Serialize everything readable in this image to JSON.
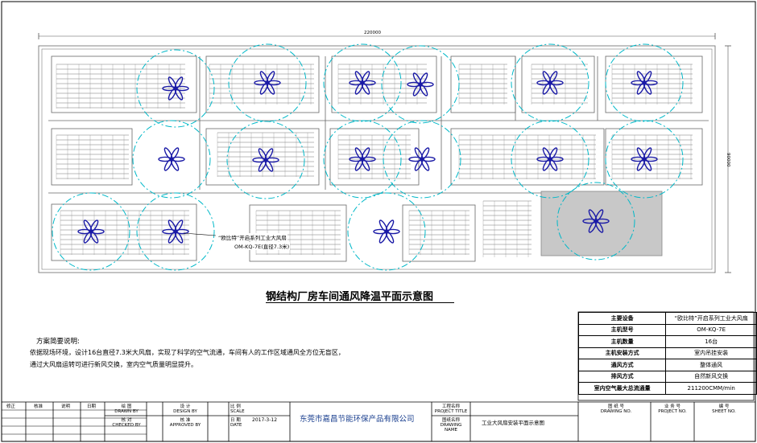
{
  "plan": {
    "title": "钢结构厂房车间通风降温平面示意图",
    "dim_width": "220000",
    "dim_height": "90000",
    "fan_label_line1": "“欧比特”开启系列工业大风扇",
    "fan_label_line2": "OM-KQ-7E(直径7.3米)"
  },
  "fan_count": 16,
  "description": {
    "heading": "方案简要说明:",
    "lines": [
      "依据现场环境，设计16台直径7.3米大风扇，实现了科学的空气流通，车间有人的工作区域通风全方位无盲区，",
      "通过大风扇运转可进行新风交换，室内空气质量明显提升。"
    ]
  },
  "spec_table": [
    {
      "key": "主要设备",
      "value": "“欧比特”开启系列工业大风扇"
    },
    {
      "key": "主机型号",
      "value": "OM-KQ-7E"
    },
    {
      "key": "主机数量",
      "value": "16台"
    },
    {
      "key": "主机安装方式",
      "value": "室内吊挂安装"
    },
    {
      "key": "通风方式",
      "value": "整体通风"
    },
    {
      "key": "排风方式",
      "value": "自然新风交换"
    },
    {
      "key": "室内空气最大总流通量",
      "value": "211200CMM/min"
    }
  ],
  "title_block": {
    "revision_headers": [
      "修正",
      "核准",
      "说明",
      "日期"
    ],
    "drawn_by_cn": "绘 图",
    "drawn_by_en": "DRAWN BY",
    "checked_by_cn": "核 对",
    "checked_by_en": "CHECKED BY",
    "design_by_cn": "设 计",
    "design_by_en": "DESIGN BY",
    "approved_by_cn": "核 准",
    "approved_by_en": "APPROVED BY",
    "scale_cn": "比 例",
    "scale_en": "SCALE",
    "date_cn": "日 期",
    "date_en": "DATE",
    "date_value": "2017-3-12",
    "company": "东莞市嘉昌节能环保产品有限公司",
    "project_title_cn": "工程名称",
    "project_title_en": "PROJECT TITLE",
    "drawing_name_cn": "图纸名称",
    "drawing_name_en": "DRAWING NAME",
    "drawing_name_value": "工业大风扇安装平面示意图",
    "drawing_no_cn": "图 纸 号",
    "drawing_no_en": "DRAWING NO.",
    "project_no_cn": "业 务 号",
    "project_no_en": "PROJECT NO.",
    "sheet_no_cn": "编 号",
    "sheet_no_en": "SHEET NO."
  },
  "colors": {
    "fan": "#1a1aa6",
    "circle": "#00b8c8",
    "line": "#555555",
    "border": "#000000"
  }
}
